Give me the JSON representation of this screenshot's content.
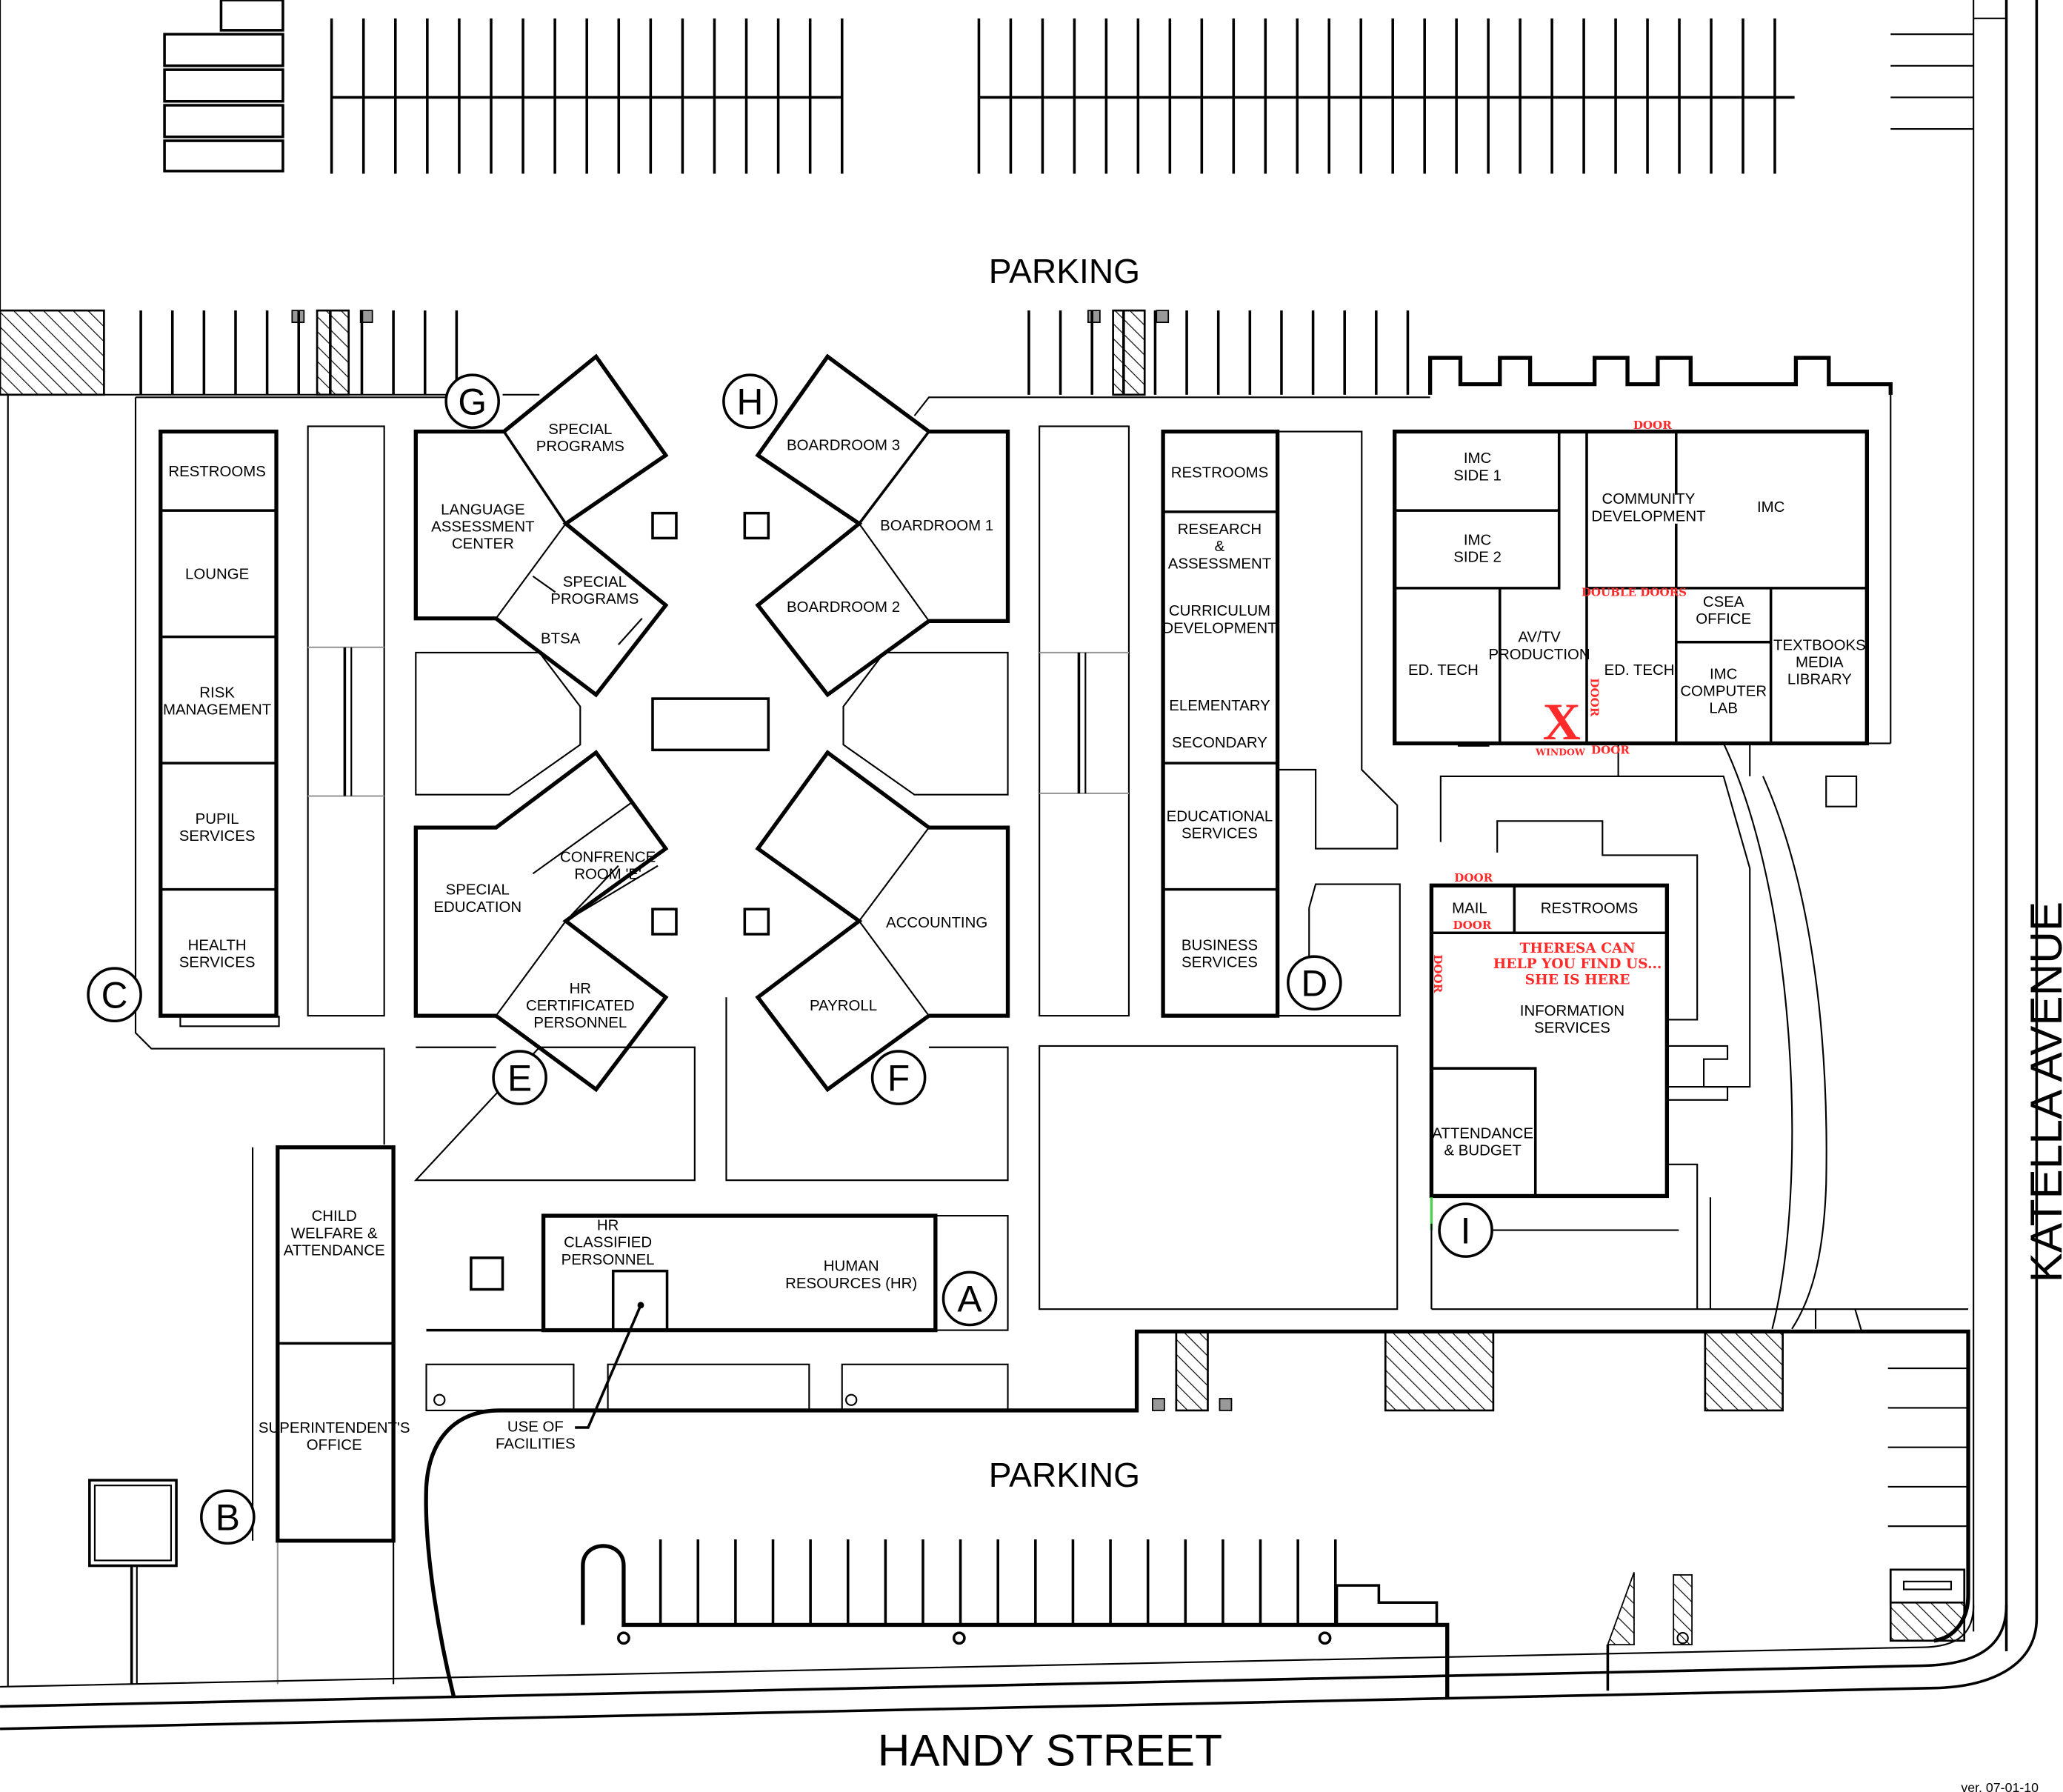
{
  "labels": {
    "parking_top": "PARKING",
    "parking_bottom": "PARKING",
    "street_south": "HANDY STREET",
    "street_east": "KATELLA AVENUE",
    "version": "ver. 07-01-10"
  },
  "markers": {
    "A": "A",
    "B": "B",
    "C": "C",
    "D": "D",
    "E": "E",
    "F": "F",
    "G": "G",
    "H": "H",
    "I": "I"
  },
  "rooms": {
    "restrooms_west": [
      "RESTROOMS"
    ],
    "lounge": [
      "LOUNGE"
    ],
    "risk_management": [
      "RISK",
      "MANAGEMENT"
    ],
    "pupil_services": [
      "PUPIL",
      "SERVICES"
    ],
    "health_services": [
      "HEALTH",
      "SERVICES"
    ],
    "special_programs_1": [
      "SPECIAL",
      "PROGRAMS"
    ],
    "language_assessment": [
      "LANGUAGE",
      "ASSESSMENT",
      "CENTER"
    ],
    "special_programs_2": [
      "SPECIAL",
      "PROGRAMS"
    ],
    "btsa": [
      "BTSA"
    ],
    "boardroom_3": [
      "BOARDROOM 3"
    ],
    "boardroom_1": [
      "BOARDROOM 1"
    ],
    "boardroom_2": [
      "BOARDROOM 2"
    ],
    "conference_e": [
      "CONFRENCE",
      "ROOM 'E'"
    ],
    "special_education": [
      "SPECIAL",
      "EDUCATION"
    ],
    "hr_certificated": [
      "HR",
      "CERTIFICATED",
      "PERSONNEL"
    ],
    "accounting": [
      "ACCOUNTING"
    ],
    "payroll": [
      "PAYROLL"
    ],
    "hr_classified": [
      "HR",
      "CLASSIFIED",
      "PERSONNEL"
    ],
    "human_resources": [
      "HUMAN",
      "RESOURCES (HR)"
    ],
    "child_welfare": [
      "CHILD",
      "WELFARE &",
      "ATTENDANCE"
    ],
    "superintendent": [
      "SUPERINTENDENT'S",
      "OFFICE"
    ],
    "use_of_facilities": [
      "USE OF",
      "FACILITIES"
    ],
    "restrooms_mid": [
      "RESTROOMS"
    ],
    "research_assessment": [
      "RESEARCH",
      "&",
      "ASSESSMENT"
    ],
    "curriculum_development": [
      "CURRICULUM",
      "DEVELOPMENT"
    ],
    "elementary": [
      "ELEMENTARY"
    ],
    "secondary": [
      "SECONDARY"
    ],
    "educational_services": [
      "EDUCATIONAL",
      "SERVICES"
    ],
    "business_services": [
      "BUSINESS",
      "SERVICES"
    ],
    "imc_side_1": [
      "IMC",
      "SIDE 1"
    ],
    "imc_side_2": [
      "IMC",
      "SIDE 2"
    ],
    "community_development": [
      "COMMUNITY",
      "DEVELOPMENT"
    ],
    "imc": [
      "IMC"
    ],
    "csea_office": [
      "CSEA",
      "OFFICE"
    ],
    "ed_tech_1": [
      "ED. TECH"
    ],
    "av_tv_production": [
      "AV/TV",
      "PRODUCTION"
    ],
    "ed_tech_2": [
      "ED. TECH"
    ],
    "imc_computer_lab": [
      "IMC",
      "COMPUTER",
      "LAB"
    ],
    "textbooks_media_library": [
      "TEXTBOOKS",
      "MEDIA",
      "LIBRARY"
    ],
    "mail": [
      "MAIL"
    ],
    "restrooms_info": [
      "RESTROOMS"
    ],
    "information_services": [
      "INFORMATION",
      "SERVICES"
    ],
    "attendance_budget": [
      "ATTENDANCE",
      "& BUDGET"
    ]
  },
  "notes": {
    "door": "DOOR",
    "double_doors": "DOUBLE DOORS",
    "window": "WINDOW",
    "x_mark": "X",
    "theresa": [
      "THERESA CAN",
      "HELP YOU FIND US...",
      "SHE IS HERE"
    ]
  },
  "colors": {
    "annotation": "#ff2a2a",
    "line": "#000000"
  }
}
